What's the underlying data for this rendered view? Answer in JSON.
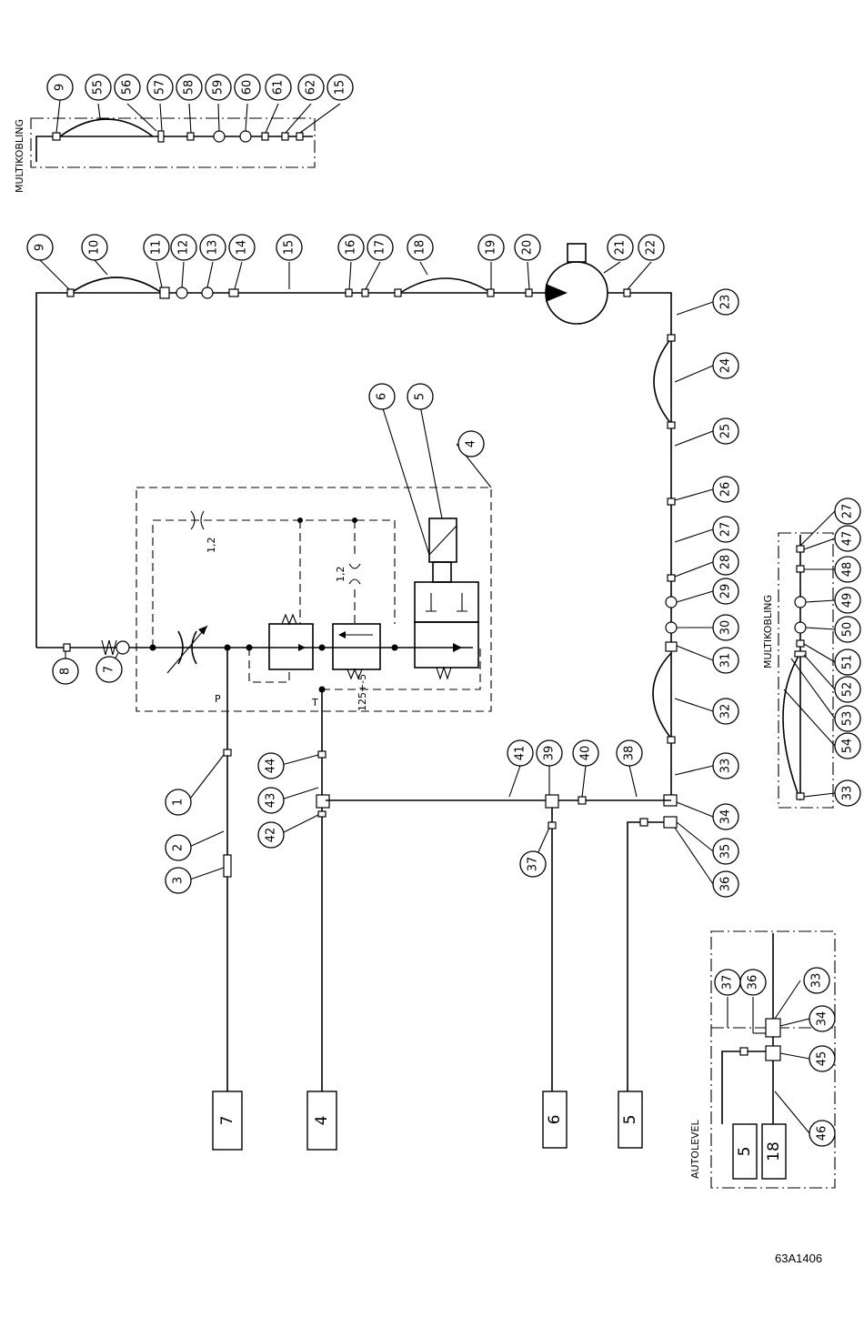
{
  "figure_id": "63A1406",
  "labels": {
    "multikobling": "MULTIKOBLING",
    "autolevel": "AUTOLEVEL",
    "restrictor_top": "1,2",
    "restrictor_mid": "1,2",
    "relief_setting": "125+-5",
    "port_p": "P",
    "port_t": "T"
  },
  "tanks": [
    {
      "id": "tank-7",
      "label": "7"
    },
    {
      "id": "tank-4",
      "label": "4"
    },
    {
      "id": "tank-6",
      "label": "6"
    },
    {
      "id": "tank-5",
      "label": "5"
    },
    {
      "id": "autolevel-tank-5",
      "label": "5"
    },
    {
      "id": "autolevel-tank-18",
      "label": "18"
    }
  ],
  "callouts": {
    "mk_top": [
      "9",
      "55",
      "56",
      "57",
      "58",
      "59",
      "60",
      "61",
      "62",
      "15"
    ],
    "main_top": [
      "9",
      "10",
      "11",
      "12",
      "13",
      "14",
      "15",
      "16",
      "17",
      "18",
      "19",
      "20",
      "21",
      "22"
    ],
    "right_chain": [
      "23",
      "24",
      "25",
      "26",
      "27",
      "28",
      "29",
      "30",
      "31",
      "32",
      "33",
      "34",
      "35",
      "36"
    ],
    "mk_right": [
      "27",
      "47",
      "48",
      "49",
      "50",
      "51",
      "52",
      "53",
      "54",
      "33"
    ],
    "block": [
      "4",
      "5",
      "6",
      "7",
      "8"
    ],
    "lower": [
      "1",
      "2",
      "3",
      "44",
      "43",
      "42",
      "41",
      "39",
      "40",
      "38",
      "37"
    ],
    "autolevel": [
      "37",
      "36",
      "33",
      "34",
      "45",
      "46"
    ]
  }
}
